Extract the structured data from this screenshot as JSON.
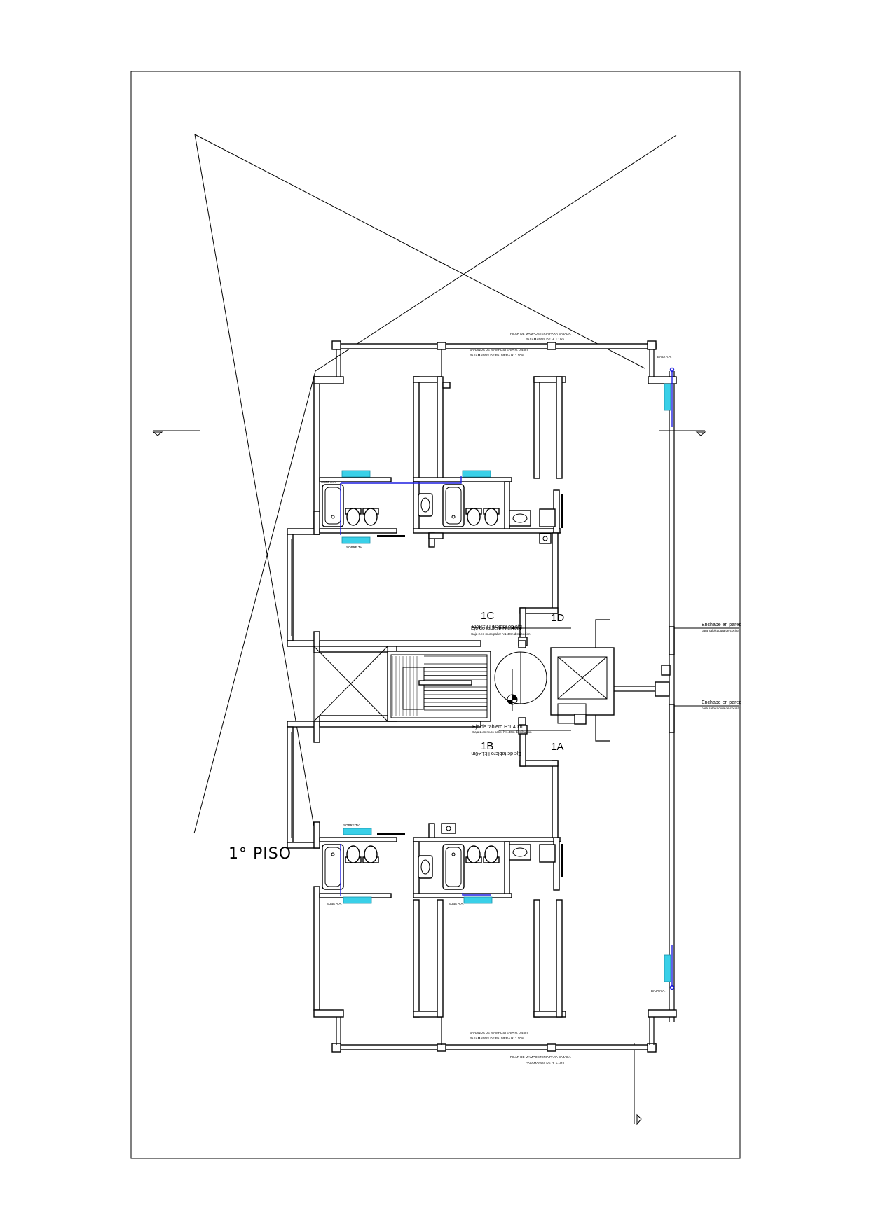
{
  "floor_label": "1° PISO",
  "units": {
    "c": "1C",
    "d": "1D",
    "b": "1B",
    "a": "1A"
  },
  "board_axis_top_left": "Eje de tablero H:1.40m",
  "board_axis_top_right": "Eje de tablero H:1.40m",
  "board_axis_bottom_left": "Eje de tablero H:1.40m",
  "board_axis_bottom_right": "Eje de tablero H:1.40m",
  "board_note": "Caja 2.en muro palier h:1.40m distribucion",
  "notes": {
    "bench_top": "PILAR DE MAMPOSTERIA PARA BAJADA",
    "bench_top_sub": "PASAMANOS DE H: 1.10m",
    "rail_top_1": "BARANDA DE MAMPOSTERIA H: 0.45m",
    "rail_top_2": "PASAMANOS DE PALMERA H: 1.10m",
    "rail_bottom_1": "BARANDA DE MAMPOSTERIA H: 0.45m",
    "rail_bottom_2": "PASAMANOS DE PALMERA H: 1.10m",
    "bench_bottom": "PILAR DE MAMPOSTERIA PARA BAJADA",
    "bench_bottom_sub": "PASAMANOS DE H: 1.10m",
    "baja_top": "BAJA A.A.",
    "baja_bottom": "BAJA A.A.",
    "sube_1": "SUBE A.A.",
    "sube_2": "SUBE A.A.",
    "sube_3": "SUBE A.A.",
    "sobre_tv_top": "SOBRE TV",
    "sobre_tv_bottom": "SOBRE TV",
    "enchape_1": "Enchape en pared",
    "enchape_1_sub": "para salpicadura de cocina",
    "enchape_2": "Enchape en pared",
    "enchape_2_sub": "para salpicadura de cocina"
  }
}
